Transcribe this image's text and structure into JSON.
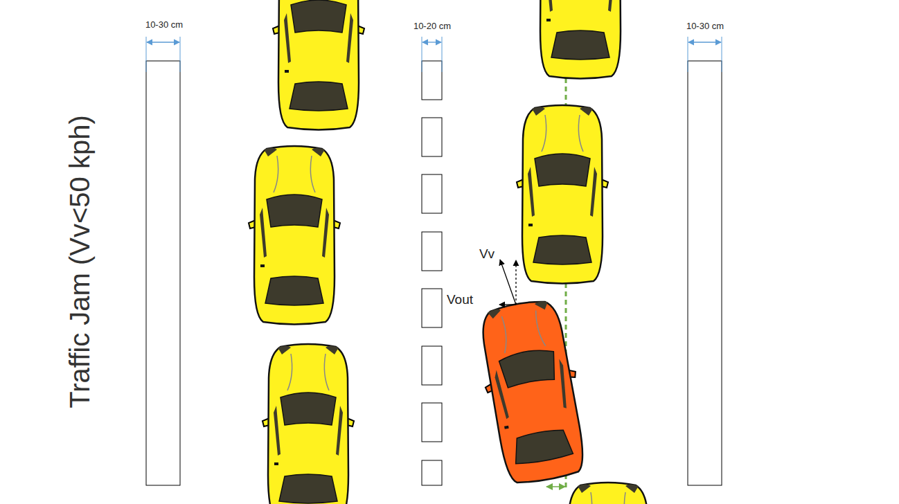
{
  "diagram": {
    "title": "Traffic Jam (Vv<50 kph)",
    "labels": [
      "10-30 cm",
      "10-20 cm",
      "10-30 cm",
      "Vv",
      "Vout"
    ]
  }
}
